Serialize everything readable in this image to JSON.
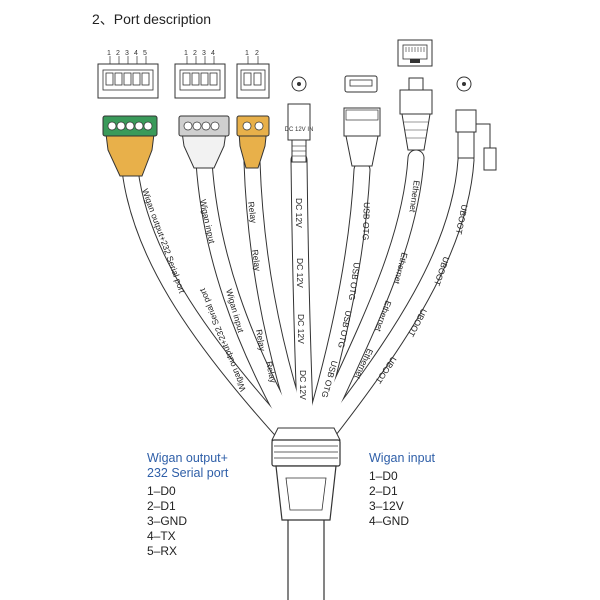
{
  "section_title": "2、Port description",
  "connector_pins": {
    "wiegand_output": [
      "1",
      "2",
      "3",
      "4",
      "5"
    ],
    "wiegand_input": [
      "1",
      "2",
      "3",
      "4"
    ],
    "relay": [
      "1",
      "2"
    ]
  },
  "icons": {
    "dc": "dc-jack-icon",
    "usb": "usb-port-icon",
    "ethernet": "rj45-port-icon",
    "uboot": "round-jack-icon"
  },
  "dc_jack_label": "DC 12V IN",
  "cables": [
    {
      "id": "wiegand-output",
      "label": "Wigan output+232 Serial port",
      "color": "#e8b04a"
    },
    {
      "id": "wiegand-input",
      "label": "Wigan input",
      "color": "#f2f2f2"
    },
    {
      "id": "relay",
      "label": "Relay",
      "color": "#e8b04a"
    },
    {
      "id": "dc12v",
      "label": "DC 12V",
      "color": "#ffffff"
    },
    {
      "id": "usb-otg",
      "label": "USB OTG",
      "color": "#ffffff"
    },
    {
      "id": "ethernet",
      "label": "Ethernet",
      "color": "#ffffff"
    },
    {
      "id": "uboot",
      "label": "UBOOT",
      "color": "#ffffff"
    }
  ],
  "legend": {
    "wiegand_output": {
      "title_line1": "Wigan output+",
      "title_line2": "232 Serial port",
      "pins": [
        "1–D0",
        "2–D1",
        "3–GND",
        "4–TX",
        "5–RX"
      ]
    },
    "wiegand_input": {
      "title": "Wigan input",
      "pins": [
        "1–D0",
        "2–D1",
        "3–12V",
        "4–GND"
      ]
    }
  },
  "colors": {
    "accent_blue": "#2f5fa8",
    "connector_orange": "#e8b04a",
    "terminal_green": "#3a9a5a"
  }
}
